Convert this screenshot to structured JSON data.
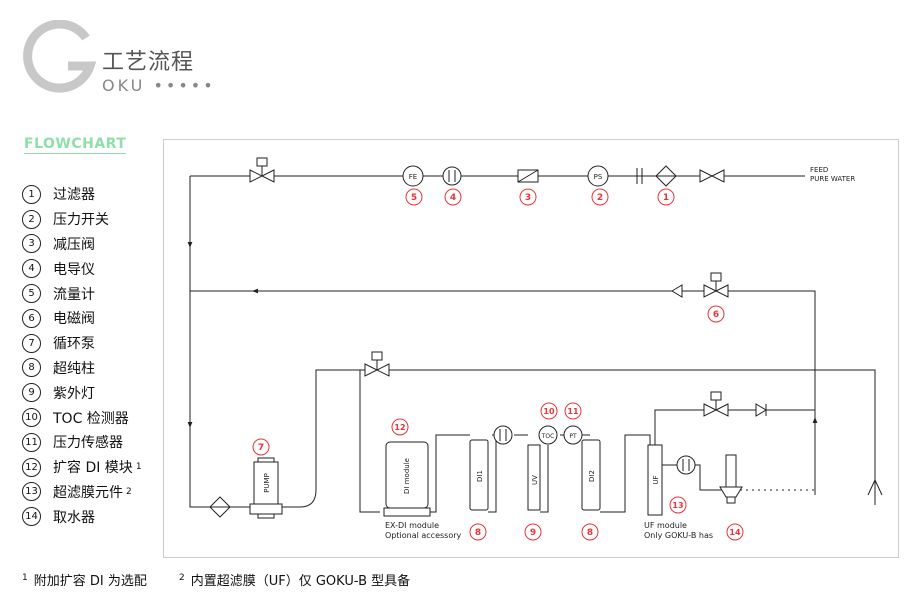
{
  "logo": {
    "title": "工艺流程",
    "subtitle": "OKU •••••",
    "letter": "G"
  },
  "section_title": "FLOWCHART",
  "legend": [
    {
      "num": "1",
      "label": "过滤器"
    },
    {
      "num": "2",
      "label": "压力开关"
    },
    {
      "num": "3",
      "label": "减压阀"
    },
    {
      "num": "4",
      "label": "电导仪"
    },
    {
      "num": "5",
      "label": "流量计"
    },
    {
      "num": "6",
      "label": "电磁阀"
    },
    {
      "num": "7",
      "label": "循环泵"
    },
    {
      "num": "8",
      "label": "超纯柱"
    },
    {
      "num": "9",
      "label": "紫外灯"
    },
    {
      "num": "10",
      "label": "TOC 检测器"
    },
    {
      "num": "11",
      "label": "压力传感器"
    },
    {
      "num": "12",
      "label": "扩容 DI 模块",
      "sup": "1"
    },
    {
      "num": "13",
      "label": "超滤膜元件",
      "sup": "2"
    },
    {
      "num": "14",
      "label": "取水器"
    }
  ],
  "footnotes": [
    {
      "mark": "1",
      "text": "附加扩容 DI 为选配"
    },
    {
      "mark": "2",
      "text": "内置超滤膜（UF）仅 GOKU-B 型具备"
    }
  ],
  "diagram": {
    "feed_label": "FEED",
    "feed_label2": "PURE WATER",
    "gauges": {
      "fe": "FE",
      "ps": "PS",
      "toc": "TOC",
      "pt": "PT"
    },
    "components": {
      "pump": "PUMP",
      "di_module": "DI module",
      "di1": "DI1",
      "di2": "DI2",
      "uv": "UV",
      "uf": "UF"
    },
    "captions": {
      "ex_di_1": "EX-DI module",
      "ex_di_2": "Optional accessory",
      "uf_1": "UF module",
      "uf_2": "Only GOKU-B has"
    },
    "markers": {
      "m1": "1",
      "m2": "2",
      "m3": "3",
      "m4": "4",
      "m5": "5",
      "m6": "6",
      "m7": "7",
      "m8a": "8",
      "m8b": "8",
      "m9": "9",
      "m10": "10",
      "m11": "11",
      "m12": "12",
      "m13": "13",
      "m14": "14"
    },
    "colors": {
      "marker": "#e8343a",
      "line": "#222222",
      "frame": "#cccccc"
    }
  }
}
